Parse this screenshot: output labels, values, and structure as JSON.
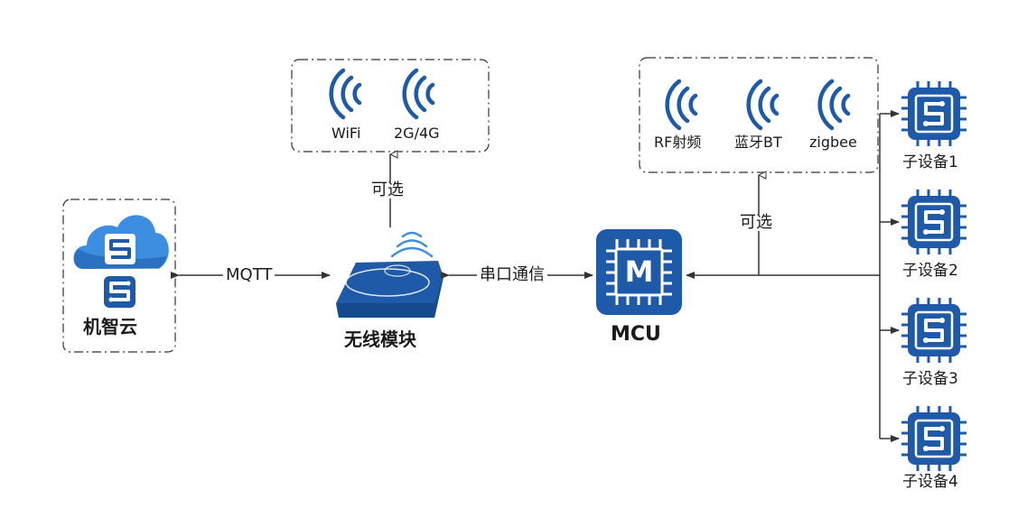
{
  "cloud": {
    "label": "机智云"
  },
  "wireless_module": {
    "label": "无线模块"
  },
  "mcu": {
    "label": "MCU",
    "chip_letter": "M"
  },
  "connections": {
    "mqtt": "MQTT",
    "serial": "串口通信",
    "optional_top": "可选",
    "optional_right": "可选"
  },
  "network_options": {
    "items": [
      "WiFi",
      "2G/4G"
    ]
  },
  "local_options": {
    "items": [
      "RF射频",
      "蓝牙BT",
      "zigbee"
    ]
  },
  "sub_devices": [
    "子设备1",
    "子设备2",
    "子设备3",
    "子设备4"
  ],
  "colors": {
    "primary_blue": "#1e5aa8",
    "light_blue": "#3d8ee0",
    "line": "#333333",
    "box_border": "#333333",
    "background": "#ffffff"
  },
  "icons": {
    "cloud": "cloud-logo-icon",
    "module": "wireless-router-icon",
    "mcu": "mcu-chip-icon",
    "signal": "signal-waves-icon",
    "sub_device": "chip-icon"
  }
}
